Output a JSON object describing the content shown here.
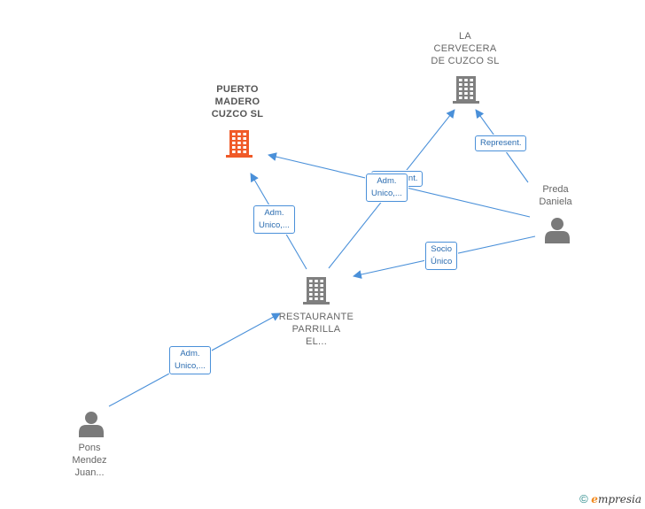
{
  "colors": {
    "edge": "#4a90d9",
    "building": "#7f7f7f",
    "building_highlight": "#f05a28",
    "person": "#7a7a7a"
  },
  "nodes": {
    "la_cervecera": {
      "lines": [
        "LA",
        "CERVECERA",
        "DE CUZCO  SL"
      ],
      "icon": "building-icon"
    },
    "puerto_madero": {
      "lines": [
        "PUERTO",
        "MADERO",
        "CUZCO  SL"
      ],
      "icon": "building-icon"
    },
    "restaurante": {
      "lines": [
        "RESTAURANTE",
        "PARRILLA",
        "EL..."
      ],
      "icon": "building-icon"
    },
    "preda": {
      "lines": [
        "Preda",
        "Daniela"
      ],
      "icon": "person-icon"
    },
    "pons": {
      "lines": [
        "Pons",
        "Mendez",
        "Juan..."
      ],
      "icon": "person-icon"
    }
  },
  "edge_labels": {
    "represent_top": [
      "Represent."
    ],
    "represent_behind": [
      "Represent."
    ],
    "adm_cervecera": [
      "Adm.",
      "Unico,..."
    ],
    "adm_puerto": [
      "Adm.",
      "Unico,..."
    ],
    "socio_unico": [
      "Socio",
      "Único"
    ],
    "adm_pons": [
      "Adm.",
      "Unico,..."
    ]
  },
  "copyright": {
    "symbol": "©",
    "brand_initial": "e",
    "brand_rest": "mpresia"
  }
}
